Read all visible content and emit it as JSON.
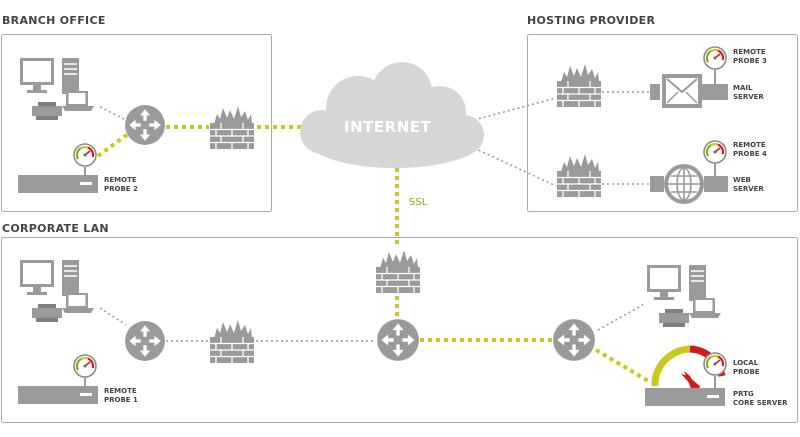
{
  "sections": {
    "branch_office": "BRANCH OFFICE",
    "hosting_provider": "HOSTING PROVIDER",
    "corporate_lan": "CORPORATE LAN"
  },
  "cloud_label": "INTERNET",
  "ssl_label": "SSL",
  "labels": {
    "remote_probe_2": [
      "REMOTE",
      "PROBE 2"
    ],
    "remote_probe_3": [
      "REMOTE",
      "PROBE 3"
    ],
    "mail_server": [
      "MAIL",
      "SERVER"
    ],
    "remote_probe_4": [
      "REMOTE",
      "PROBE 4"
    ],
    "web_server": [
      "WEB",
      "SERVER"
    ],
    "remote_probe_1": [
      "REMOTE",
      "PROBE 1"
    ],
    "local_probe": [
      "LOCAL",
      "PROBE"
    ],
    "prtg_core_server": [
      "PRTG",
      "CORE SERVER"
    ]
  },
  "colors": {
    "box_border": "#aaaaaa",
    "device_gray": "#9a9a9a",
    "device_dark": "#7f7f7f",
    "cloud": "#d6d6d6",
    "accent_yellow": "#c8c820",
    "dotted_gray": "#9a9a9a",
    "gauge_red": "#d01c1c",
    "gauge_green": "#8aa61c",
    "gauge_yellow": "#c8c820"
  }
}
